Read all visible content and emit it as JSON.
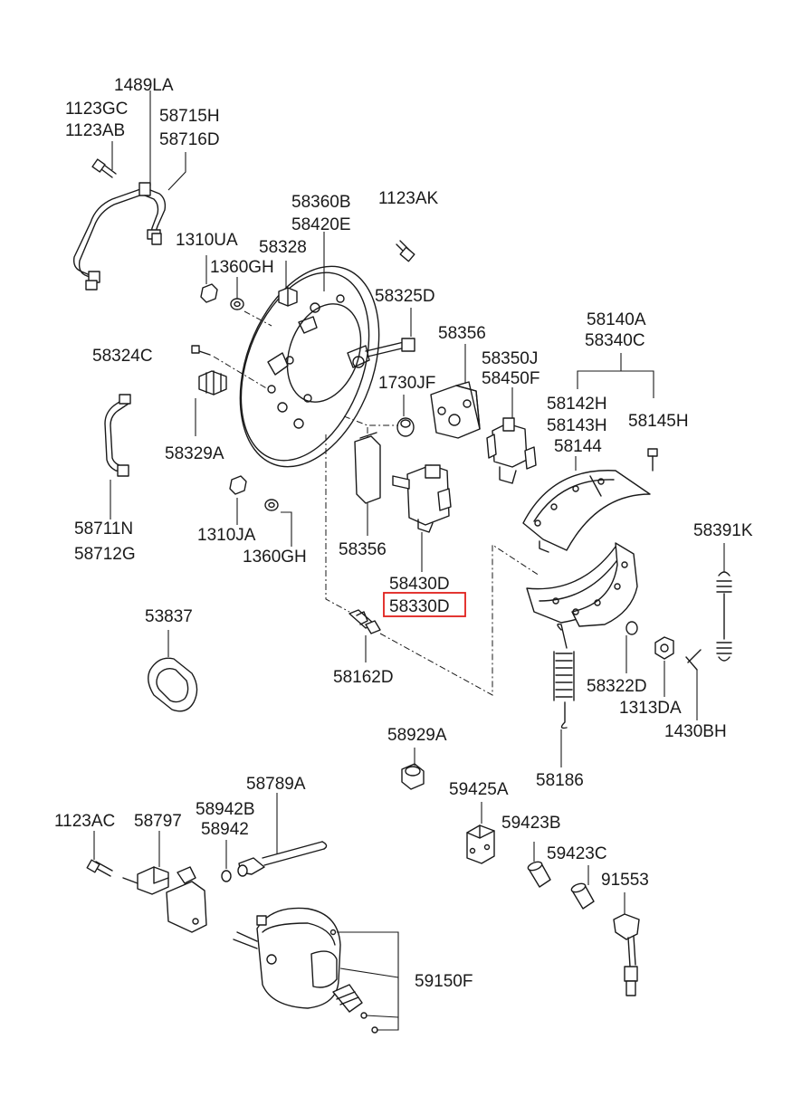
{
  "diagram": {
    "highlight_color": "#e0201c",
    "highlighted_part": "58330D",
    "labels": [
      "1489LA",
      "1123GC",
      "1123AB",
      "58715H",
      "58716D",
      "58360B",
      "58420E",
      "1123AK",
      "1310UA",
      "58328",
      "1360GH",
      "58325D",
      "58356",
      "58140A",
      "58340C",
      "58324C",
      "58350J",
      "58450F",
      "1730JF",
      "58142H",
      "58143H",
      "58145H",
      "58144",
      "58329A",
      "58711N",
      "58712G",
      "1310JA",
      "1360GH",
      "58356",
      "58391K",
      "58430D",
      "58330D",
      "53837",
      "58162D",
      "58322D",
      "1313DA",
      "1430BH",
      "58929A",
      "58186",
      "58789A",
      "59425A",
      "1123AC",
      "58797",
      "58942B",
      "58942",
      "59423B",
      "59423C",
      "91553",
      "59150F"
    ]
  }
}
